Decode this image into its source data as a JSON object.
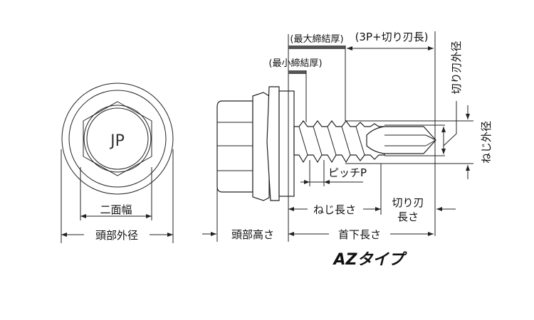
{
  "labels": {
    "flat_width": "二面幅",
    "head_diameter": "頭部外径",
    "head_height": "頭部高さ",
    "under_head_length": "首下長さ",
    "thread_length": "ねじ長さ",
    "cutter_length_1": "切り刃",
    "cutter_length_2": "長さ",
    "pitch": "ピッチP",
    "max_thickness": "(最大締結厚)",
    "min_thickness": "(最小締結厚)",
    "three_p": "(3P+切り刃長)",
    "cutter_diameter": "切り刃外径",
    "thread_diameter": "ねじ外径",
    "head_mark": "JP",
    "type_name": "AZタイプ"
  },
  "colors": {
    "line": "#222222",
    "thickness_bar": "#555555"
  }
}
